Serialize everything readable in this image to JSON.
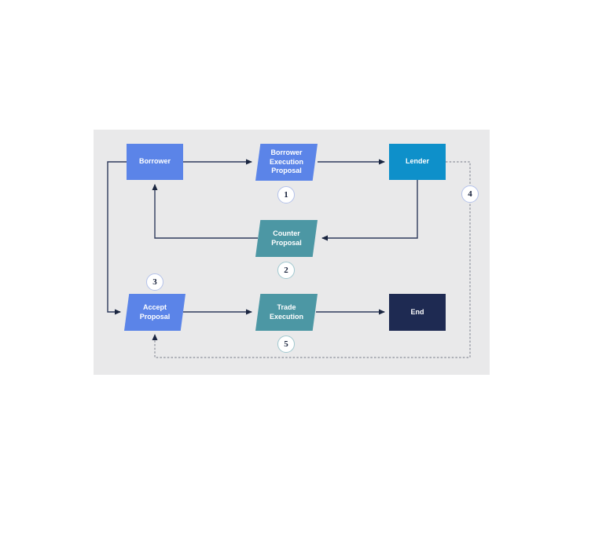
{
  "diagram": {
    "title": "borrower-lender-trade-negotiation-flowchart",
    "nodes": {
      "borrower": {
        "label": "Borrower"
      },
      "bep": {
        "label": "Borrower Execution Proposal"
      },
      "lender": {
        "label": "Lender"
      },
      "counter": {
        "label": "Counter Proposal"
      },
      "accept": {
        "label": "Accept Proposal"
      },
      "trade": {
        "label": "Trade Execution"
      },
      "end": {
        "label": "End"
      }
    },
    "steps": {
      "s1": "1",
      "s2": "2",
      "s3": "3",
      "s4": "4",
      "s5": "5"
    },
    "colors": {
      "panel": "#e9e9ea",
      "blue": "#5b84e8",
      "lender_blue": "#0e90ca",
      "teal": "#4c97a4",
      "end_navy": "#1e2a52",
      "connector": "#2f3b5c",
      "arrowhead": "#1a2540",
      "dashed": "#8a8f99",
      "circle_border_blue": "#b4c2ea",
      "circle_border_teal": "#a0c8cf",
      "step_text": "#16203a"
    }
  }
}
